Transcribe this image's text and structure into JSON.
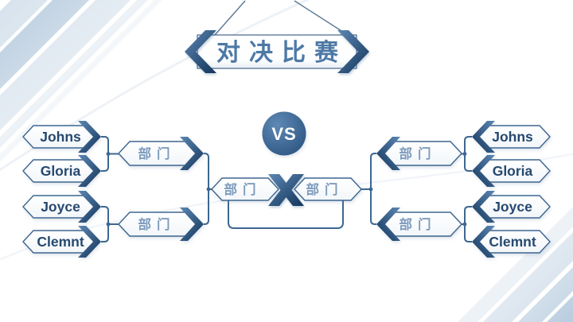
{
  "title": {
    "label": "对决比赛"
  },
  "vs_badge": {
    "label": "VS"
  },
  "final": {
    "left_label": "部门",
    "right_label": "部门",
    "versus_mark": "X"
  },
  "bracket": {
    "left": {
      "dept_top": {
        "label": "部门"
      },
      "dept_bottom": {
        "label": "部门"
      },
      "players": [
        {
          "name": "Johns"
        },
        {
          "name": "Gloria"
        },
        {
          "name": "Joyce"
        },
        {
          "name": "Clemnt"
        }
      ]
    },
    "right": {
      "dept_top": {
        "label": "部门"
      },
      "dept_bottom": {
        "label": "部门"
      },
      "players": [
        {
          "name": "Johns"
        },
        {
          "name": "Gloria"
        },
        {
          "name": "Joyce"
        },
        {
          "name": "Clemnt"
        }
      ]
    }
  },
  "colors": {
    "accent_dark": "#16395f",
    "accent": "#4e79a5",
    "steel_text": "#7e9cbc",
    "line": "#3d6791",
    "stripe": "#adc4da",
    "node_stroke": "#3e6690"
  }
}
